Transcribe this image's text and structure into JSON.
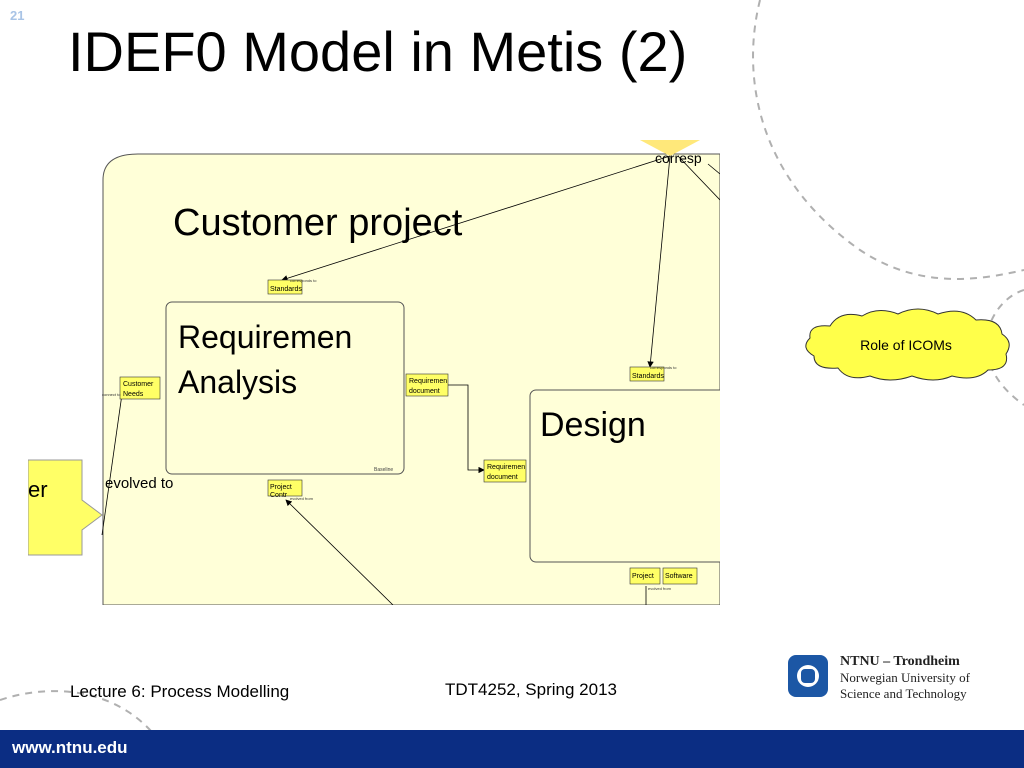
{
  "slide": {
    "number": "21",
    "title": "IDEF0 Model in Metis (2)"
  },
  "diagram": {
    "container_label": "Customer project",
    "correspondence_label": "corresp",
    "evolved_label": "evolved to",
    "left_box_label": "er",
    "requirements_box": {
      "line1": "Requiremen",
      "line2": "Analysis",
      "footer": "Baseline"
    },
    "design_box": {
      "label": "Design"
    },
    "icoms": {
      "standards_top": "Standards",
      "standards_design": "Standards",
      "customer_needs_1": "Customer",
      "customer_needs_2": "Needs",
      "req_doc_out_1": "Requiremen",
      "req_doc_out_2": "document",
      "req_doc_in_1": "Requiremen",
      "req_doc_in_2": "document",
      "project_req": "Project",
      "project_req_2": "Contr",
      "project_design": "Project",
      "software": "Software"
    },
    "tiny_labels": {
      "corresponds_to_1": "corresponds to",
      "corresponds_to_2": "corresponds to",
      "evolved_from_1": "evolved from",
      "evolved_from_2": "evolved from",
      "connect_to": "connect to"
    },
    "colors": {
      "canvas": "#ffffd8",
      "icom": "#ffff66",
      "arrow_yellow": "#ffff66",
      "diamond": "#ffe87a"
    }
  },
  "callout": {
    "label": "Role of ICOMs",
    "color": "#ffff4a"
  },
  "footer": {
    "lecture": "Lecture 6: Process Modelling",
    "course": "TDT4252, Spring 2013",
    "url": "www.ntnu.edu"
  },
  "branding": {
    "line1": "NTNU – Trondheim",
    "line2": "Norwegian University of",
    "line3": "Science and Technology",
    "color": "#0b2d83"
  }
}
